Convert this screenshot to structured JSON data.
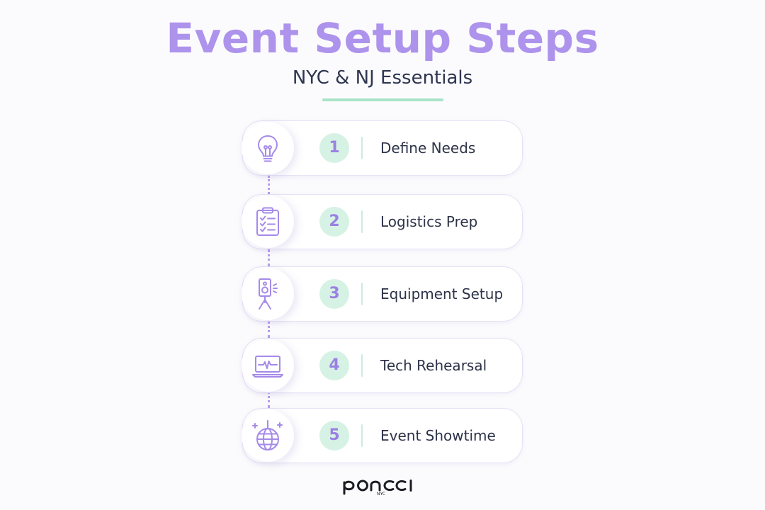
{
  "header": {
    "title": "Event Setup Steps",
    "subtitle": "NYC & NJ Essentials"
  },
  "steps": [
    {
      "number": "1",
      "label": "Define Needs",
      "icon": "lightbulb-icon"
    },
    {
      "number": "2",
      "label": "Logistics Prep",
      "icon": "clipboard-checklist-icon"
    },
    {
      "number": "3",
      "label": "Equipment Setup",
      "icon": "speaker-tripod-icon"
    },
    {
      "number": "4",
      "label": "Tech Rehearsal",
      "icon": "laptop-waveform-icon"
    },
    {
      "number": "5",
      "label": "Event Showtime",
      "icon": "disco-ball-icon"
    }
  ],
  "logo": {
    "wordmark": "ponCCI",
    "tag": "NYC"
  },
  "colors": {
    "title": "#ad93ec",
    "subtitle": "#2e3650",
    "accent_mint": "#a9e4c9",
    "number_bg": "#d6f2e4",
    "number_text": "#9b80e4",
    "icon_stroke": "#a58ae9",
    "card_border": "#e6e1f5",
    "label_text": "#2d3348",
    "background": "#fbfbfd"
  }
}
